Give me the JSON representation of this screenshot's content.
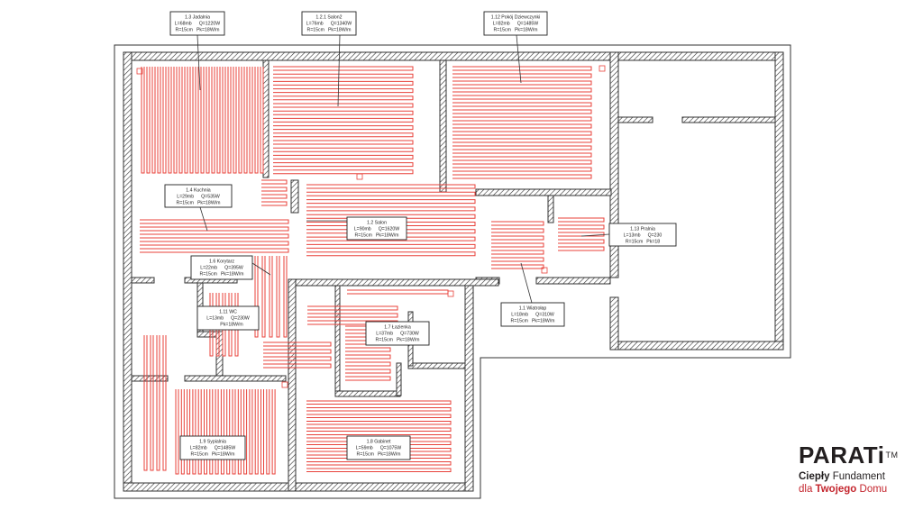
{
  "rooms": [
    {
      "id": "r13",
      "name": "1.3 Jadalnia",
      "l": "L=68mb",
      "q": "Q=1220W",
      "r": "R=15cm",
      "pk": "Pk=18W/m"
    },
    {
      "id": "r121",
      "name": "1.2.1 Salon2",
      "l": "L=76mb",
      "q": "Q=1340W",
      "r": "R=15cm",
      "pk": "Pk=18W/m"
    },
    {
      "id": "r112",
      "name": "1.12 Pokój Dziewczynki",
      "l": "L=82mb",
      "q": "Q=1485W",
      "r": "R=15cm",
      "pk": "Pk=18W/m"
    },
    {
      "id": "r14",
      "name": "1.4 Kuchnia",
      "l": "L=29mb",
      "q": "Q=535W",
      "r": "R=15cm",
      "pk": "Pk=18W/m"
    },
    {
      "id": "r12",
      "name": "1.2 Salon",
      "l": "L=90mb",
      "q": "Q=1620W",
      "r": "R=15cm",
      "pk": "Pk=18W/m"
    },
    {
      "id": "r113",
      "name": "1.13 Pralnia",
      "l": "L=13mb",
      "q": "Q=230",
      "r": "R=15cm",
      "pk": "Pk=18"
    },
    {
      "id": "r16",
      "name": "1.6 Korytarz",
      "l": "L=22mb",
      "q": "Q=395W",
      "r": "R=15cm",
      "pk": "Pk=18W/m"
    },
    {
      "id": "r111",
      "name": "1.11 WC",
      "l": "L=13mb",
      "q": "Q=230W",
      "r": "",
      "pk": "Pk=18W/m"
    },
    {
      "id": "r11",
      "name": "1.1 Wiatrołap",
      "l": "L=18mb",
      "q": "Q=310W",
      "r": "R=15cm",
      "pk": "Pk=18W/m"
    },
    {
      "id": "r17",
      "name": "1.7 Łazienka",
      "l": "L=37mb",
      "q": "Q=730W",
      "r": "R=15cm",
      "pk": "Pk=18W/m"
    },
    {
      "id": "r19",
      "name": "1.9 Sypialnia",
      "l": "L=82mb",
      "q": "Q=1485W",
      "r": "R=15cm",
      "pk": "Pk=18W/m"
    },
    {
      "id": "r18",
      "name": "1.8 Gabinet",
      "l": "L=59mb",
      "q": "Q=1075W",
      "r": "R=15cm",
      "pk": "Pk=18W/m"
    }
  ],
  "brand": {
    "name": "PARATi",
    "tm": "TM",
    "tagline1_a": "Ciepły",
    "tagline1_b": " Fundament",
    "tagline2_a": "dla ",
    "tagline2_b": "Twojego",
    "tagline2_c": " Domu"
  },
  "colors": {
    "pipe": "#e8413a",
    "wall": "#333333",
    "brand_red": "#c4262e",
    "brand_dark": "#231f20"
  }
}
